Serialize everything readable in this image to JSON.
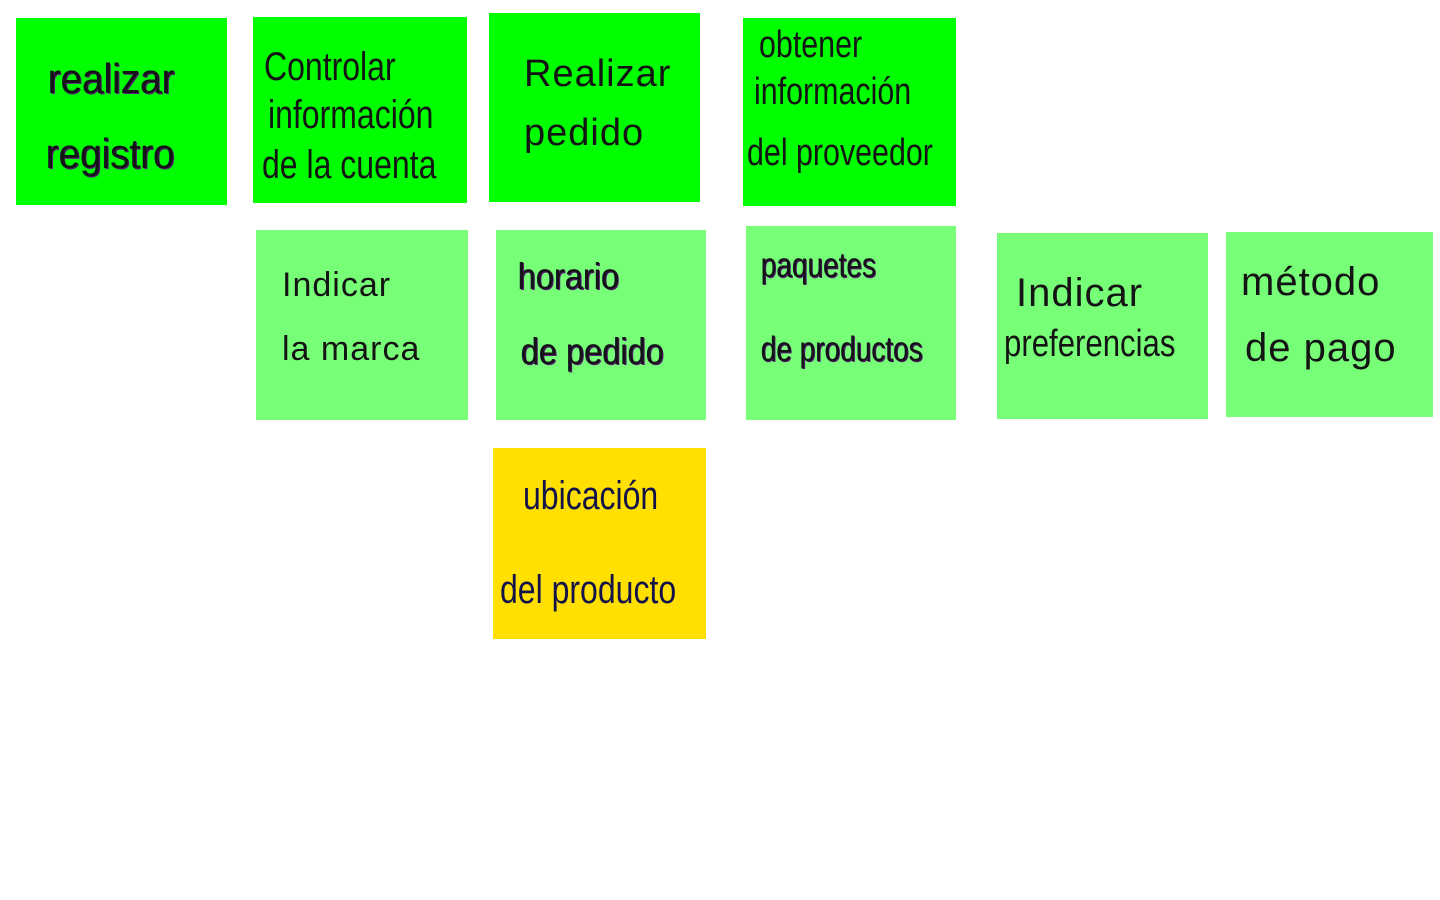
{
  "colors": {
    "bright_green": "#00FF00",
    "light_green": "#77FF77",
    "yellow": "#FFE000",
    "background": "#FFFFFF"
  },
  "notes": {
    "realizar_registro": {
      "lines": [
        "realizar",
        "registro"
      ]
    },
    "controlar_cuenta": {
      "lines": [
        "Controlar",
        "información",
        "de la cuenta"
      ]
    },
    "realizar_pedido": {
      "lines": [
        "Realizar",
        "pedido"
      ]
    },
    "obtener_proveedor": {
      "lines": [
        "obtener",
        "información",
        "del proveedor"
      ]
    },
    "indicar_marca": {
      "lines": [
        "Indicar",
        "la marca"
      ]
    },
    "horario_pedido": {
      "lines": [
        "horario",
        "de pedido"
      ]
    },
    "paquetes_productos": {
      "lines": [
        "paquetes",
        "de productos"
      ]
    },
    "indicar_preferencias": {
      "lines": [
        "Indicar",
        "preferencias"
      ]
    },
    "metodo_pago": {
      "lines": [
        "método",
        "de pago"
      ]
    },
    "ubicacion_producto": {
      "lines": [
        "ubicación",
        "del producto"
      ]
    }
  }
}
